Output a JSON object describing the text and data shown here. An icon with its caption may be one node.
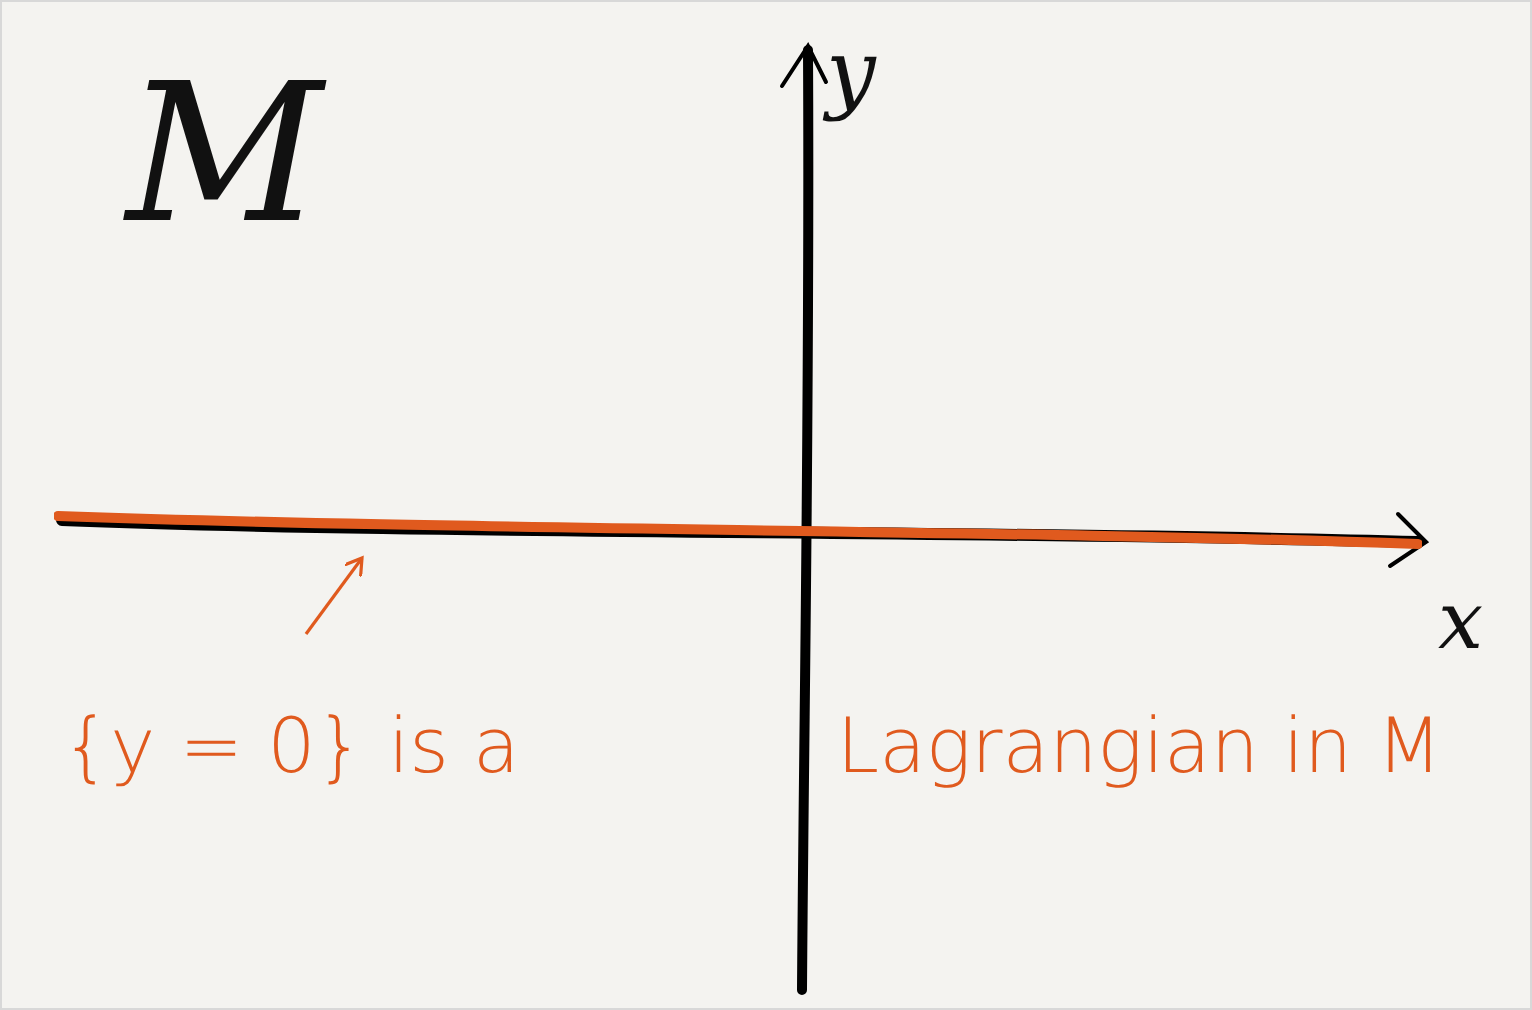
{
  "diagram": {
    "nodes": [
      {
        "text": [
          "{y = 0} is a",
          "Lagrangian in M"
        ]
      },
      {
        "text": [],
        "shape": "line"
      }
    ],
    "edges": [
      {
        "from": 0,
        "to": 1,
        "arrow": "to"
      }
    ],
    "labels": [
      "M",
      "y",
      "x"
    ]
  }
}
